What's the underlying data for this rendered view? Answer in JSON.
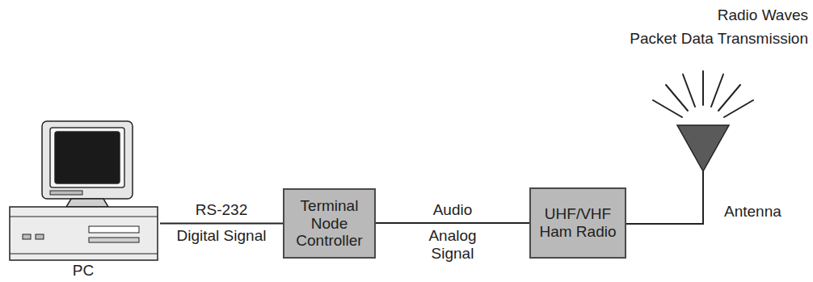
{
  "diagram": {
    "nodes": [
      {
        "text": [
          "PC"
        ]
      },
      {
        "text": [
          "Terminal Node Controller"
        ]
      },
      {
        "text": [
          "UHF/VHF Ham Radio"
        ]
      }
    ],
    "edges": [
      {
        "from": 0,
        "to": 1,
        "arrow": "none"
      },
      {
        "from": 1,
        "to": 2,
        "arrow": "none"
      }
    ],
    "labels": [
      "RS-232",
      "Digital Signal",
      "Audio",
      "Analog Signal",
      "Antenna",
      "Radio Waves",
      "Packet Data Transmission"
    ]
  }
}
